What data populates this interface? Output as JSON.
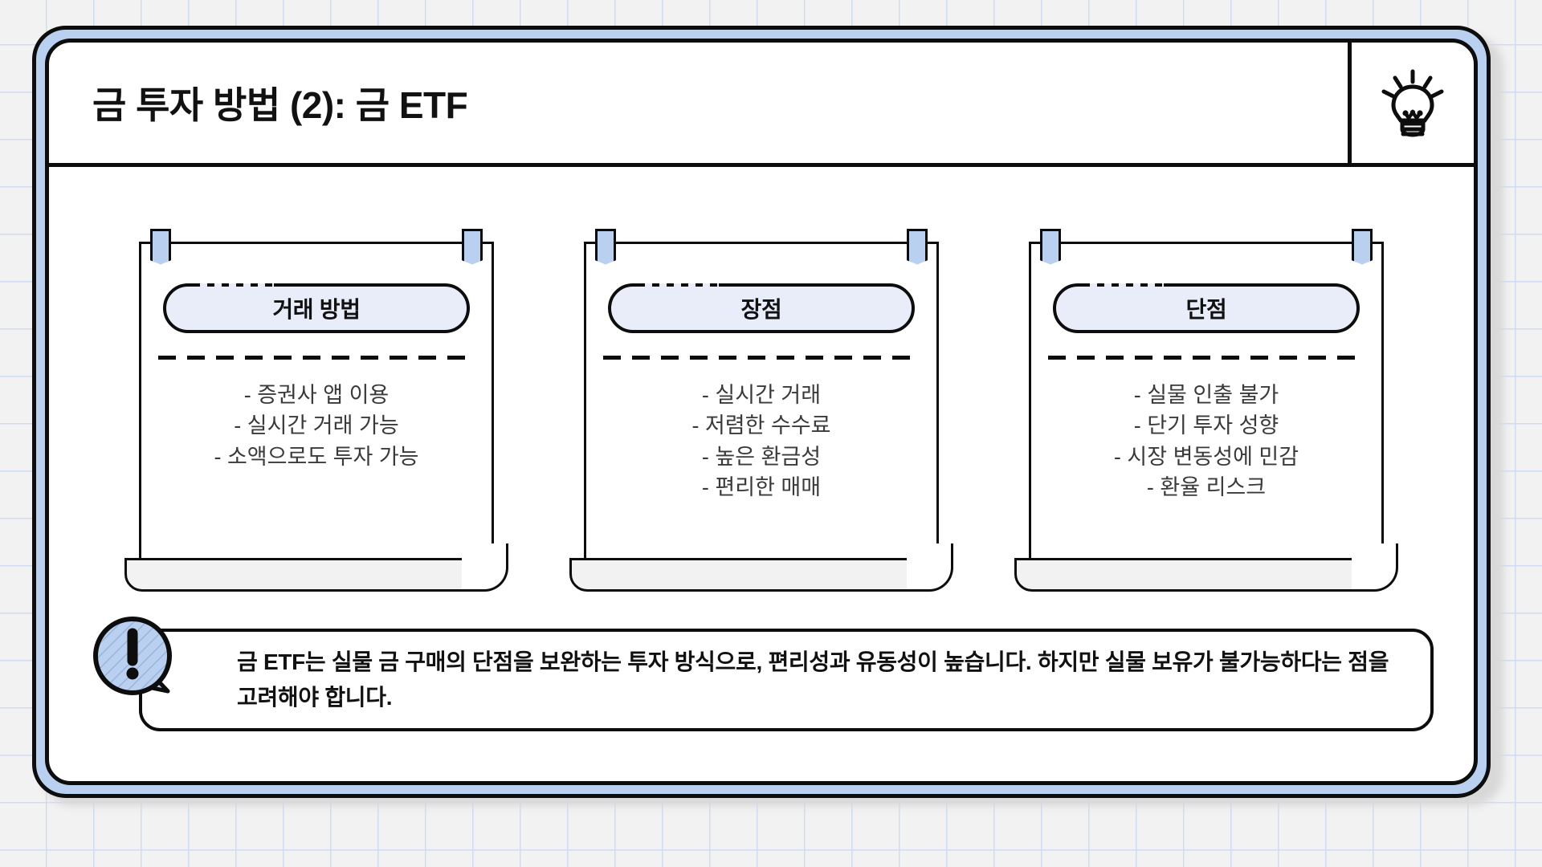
{
  "slide": {
    "title": "금 투자 방법 (2): 금 ETF",
    "header_icon": "lightbulb-icon"
  },
  "cards": [
    {
      "heading": "거래 방법",
      "items": [
        "- 증권사 앱 이용",
        "- 실시간 거래 가능",
        "- 소액으로도 투자 가능"
      ]
    },
    {
      "heading": "장점",
      "items": [
        "- 실시간 거래",
        "- 저렴한 수수료",
        "- 높은 환금성",
        "- 편리한 매매"
      ]
    },
    {
      "heading": "단점",
      "items": [
        "- 실물 인출 불가",
        "- 단기 투자 성향",
        "- 시장 변동성에 민감",
        "- 환율 리스크"
      ]
    }
  ],
  "callout": {
    "icon": "exclamation-icon",
    "text": "금 ETF는 실물 금 구매의 단점을 보완하는 투자 방식으로, 편리성과 유동성이 높습니다. 하지만 실물 보유가 불가능하다는 점을 고려해야 합니다."
  },
  "colors": {
    "accent_blue": "#b9d0f0",
    "pill_fill": "#e8edf9",
    "ink": "#0d0d0d",
    "body_text": "#3a3a3a",
    "page_background": "#f2f2f2",
    "grid_line": "#cfdcf3"
  }
}
